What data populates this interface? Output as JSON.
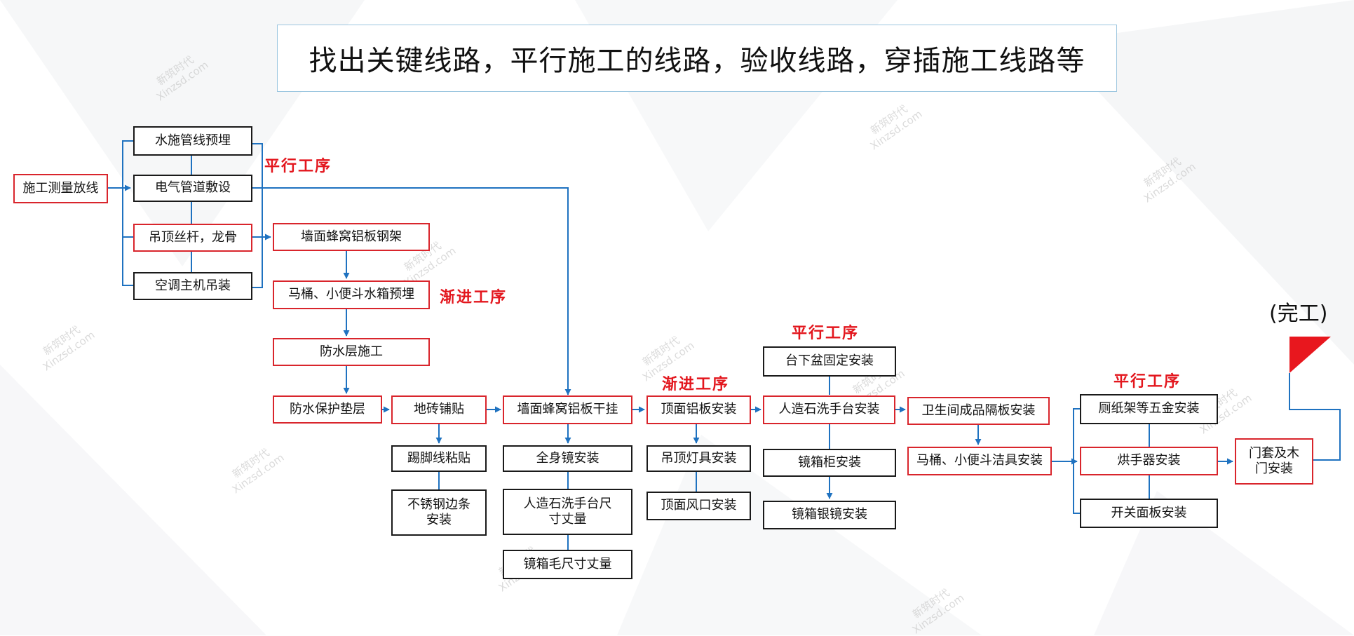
{
  "title": "找出关键线路，平行施工的线路，验收线路，穿插施工线路等",
  "labels": {
    "parallel1": "平行工序",
    "progressive1": "渐进工序",
    "progressive2": "渐进工序",
    "parallel2": "平行工序",
    "parallel3": "平行工序",
    "completion": "(完工)"
  },
  "nodes": {
    "survey": "施工测量放线",
    "water_pipe": "水施管线预埋",
    "elec_pipe": "电气管道敷设",
    "ceiling_rod": "吊顶丝杆，龙骨",
    "ac_unit": "空调主机吊装",
    "wall_frame": "墙面蜂窝铝板钢架",
    "toilet_tank": "马桶、小便斗水箱预埋",
    "waterproof": "防水层施工",
    "wp_protect": "防水保护垫层",
    "floor_tile": "地砖铺贴",
    "skirting": "踢脚线粘贴",
    "ss_edge": "不锈钢边条\n安装",
    "wall_hang": "墙面蜂窝铝板干挂",
    "mirror_full": "全身镜安装",
    "stone_measure": "人造石洗手台尺\n寸丈量",
    "cabinet_measure": "镜箱毛尺寸丈量",
    "ceiling_panel": "顶面铝板安装",
    "ceiling_lamp": "吊顶灯具安装",
    "ceiling_vent": "顶面风口安装",
    "basin": "台下盆固定安装",
    "stone_counter": "人造石洗手台安装",
    "mirror_cabinet": "镜箱柜安装",
    "silver_mirror": "镜箱银镜安装",
    "partition": "卫生间成品隔板安装",
    "sanitary": "马桶、小便斗洁具安装",
    "hardware": "厕纸架等五金安装",
    "dryer": "烘手器安装",
    "switch": "开关面板安装",
    "door": "门套及木\n门安装"
  },
  "watermark": {
    "line1": "新筑时代",
    "line2": "Xinzsd.com"
  },
  "colors": {
    "arrow": "#1f72c0",
    "red_border": "#d9252c",
    "label_red": "#e3161d",
    "flag_red": "#e8171e"
  }
}
